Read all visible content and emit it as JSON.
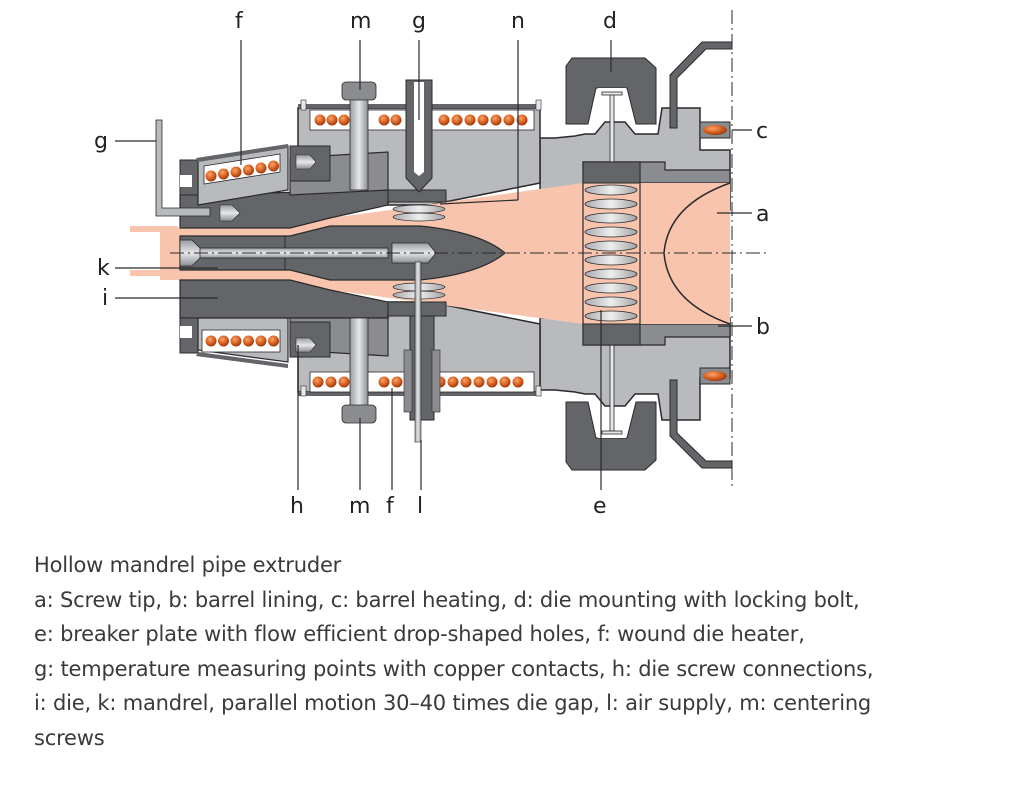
{
  "diagram": {
    "labels": {
      "f_top": "f",
      "m_top": "m",
      "g_top": "g",
      "n_top": "n",
      "d_top": "d",
      "g_left": "g",
      "c_right": "c",
      "a_right": "a",
      "k_left": "k",
      "i_left": "i",
      "b_right": "b",
      "h_bottom": "h",
      "m_bottom": "m",
      "f_bottom": "f",
      "l_bottom": "l",
      "e_bottom": "e"
    },
    "colors": {
      "dark_steel": "#636569",
      "mid_steel": "#8a8c90",
      "light_steel": "#b8babd",
      "melt": "#f8c4ae",
      "copper": "#e06a2a",
      "outline": "#2a2a2a"
    }
  },
  "caption": {
    "title": "Hollow mandrel pipe extruder",
    "lines": [
      "a: Screw tip, b: barrel lining, c: barrel heating, d: die mounting with locking bolt,",
      "e: breaker plate with flow efficient drop-shaped holes, f: wound die heater,",
      "g: temperature measuring points with copper contacts, h: die screw connections,",
      "i: die, k: mandrel, parallel motion 30–40 times die gap, l: air supply, m: centering",
      "screws"
    ]
  }
}
